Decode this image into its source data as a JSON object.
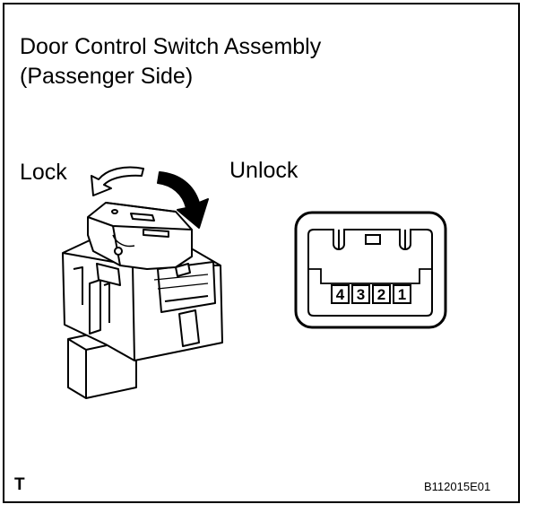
{
  "title": {
    "line1": "Door Control Switch Assembly",
    "line2": "(Passenger Side)"
  },
  "labels": {
    "lock": "Lock",
    "unlock": "Unlock"
  },
  "connector": {
    "pins": [
      "4",
      "3",
      "2",
      "1"
    ]
  },
  "footer": {
    "mark": "T",
    "code": "B112015E01"
  }
}
